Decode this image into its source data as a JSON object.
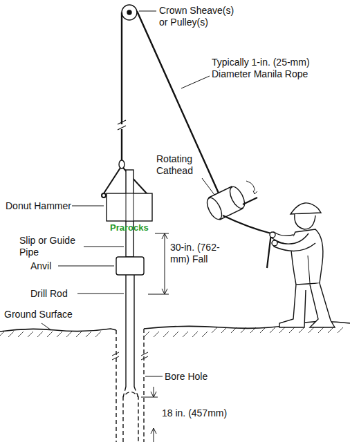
{
  "diagram": {
    "labels": [
      "Crown Sheave(s) or Pulley(s)",
      "Typically 1-in. (25-mm) Diameter Manila Rope",
      "Rotating Cathead",
      "Donut Hammer",
      "Prarocks",
      "Slip or Guide Pipe",
      "30-in. (762-mm) Fall",
      "Anvil",
      "Drill Rod",
      "Ground Surface",
      "Bore Hole",
      "18 in. (457mm)"
    ]
  }
}
